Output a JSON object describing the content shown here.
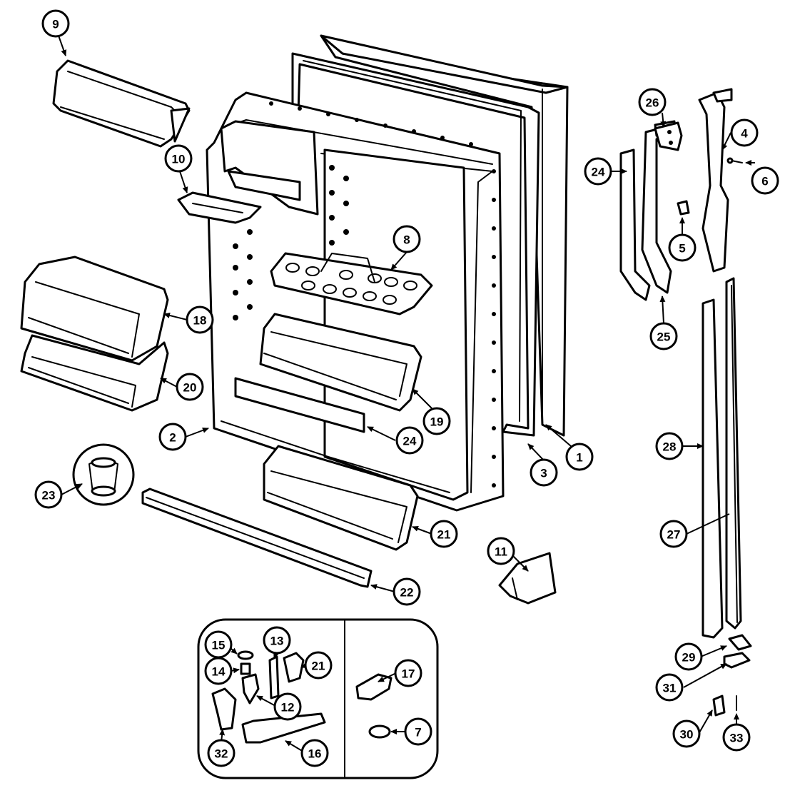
{
  "callouts": [
    {
      "id": "c9",
      "label": "9"
    },
    {
      "id": "c10",
      "label": "10"
    },
    {
      "id": "c8",
      "label": "8"
    },
    {
      "id": "c18",
      "label": "18"
    },
    {
      "id": "c20",
      "label": "20"
    },
    {
      "id": "c2",
      "label": "2"
    },
    {
      "id": "c19",
      "label": "19"
    },
    {
      "id": "c24a",
      "label": "24"
    },
    {
      "id": "c3",
      "label": "3"
    },
    {
      "id": "c1",
      "label": "1"
    },
    {
      "id": "c23",
      "label": "23"
    },
    {
      "id": "c21a",
      "label": "21"
    },
    {
      "id": "c22",
      "label": "22"
    },
    {
      "id": "c11",
      "label": "11"
    },
    {
      "id": "c26",
      "label": "26"
    },
    {
      "id": "c4",
      "label": "4"
    },
    {
      "id": "c24b",
      "label": "24"
    },
    {
      "id": "c6",
      "label": "6"
    },
    {
      "id": "c5",
      "label": "5"
    },
    {
      "id": "c25",
      "label": "25"
    },
    {
      "id": "c28",
      "label": "28"
    },
    {
      "id": "c27",
      "label": "27"
    },
    {
      "id": "c29",
      "label": "29"
    },
    {
      "id": "c31",
      "label": "31"
    },
    {
      "id": "c30",
      "label": "30"
    },
    {
      "id": "c33",
      "label": "33"
    },
    {
      "id": "c15",
      "label": "15"
    },
    {
      "id": "c13",
      "label": "13"
    },
    {
      "id": "c14",
      "label": "14"
    },
    {
      "id": "c21b",
      "label": "21"
    },
    {
      "id": "c12",
      "label": "12"
    },
    {
      "id": "c32",
      "label": "32"
    },
    {
      "id": "c16",
      "label": "16"
    },
    {
      "id": "c17",
      "label": "17"
    },
    {
      "id": "c7",
      "label": "7"
    }
  ]
}
